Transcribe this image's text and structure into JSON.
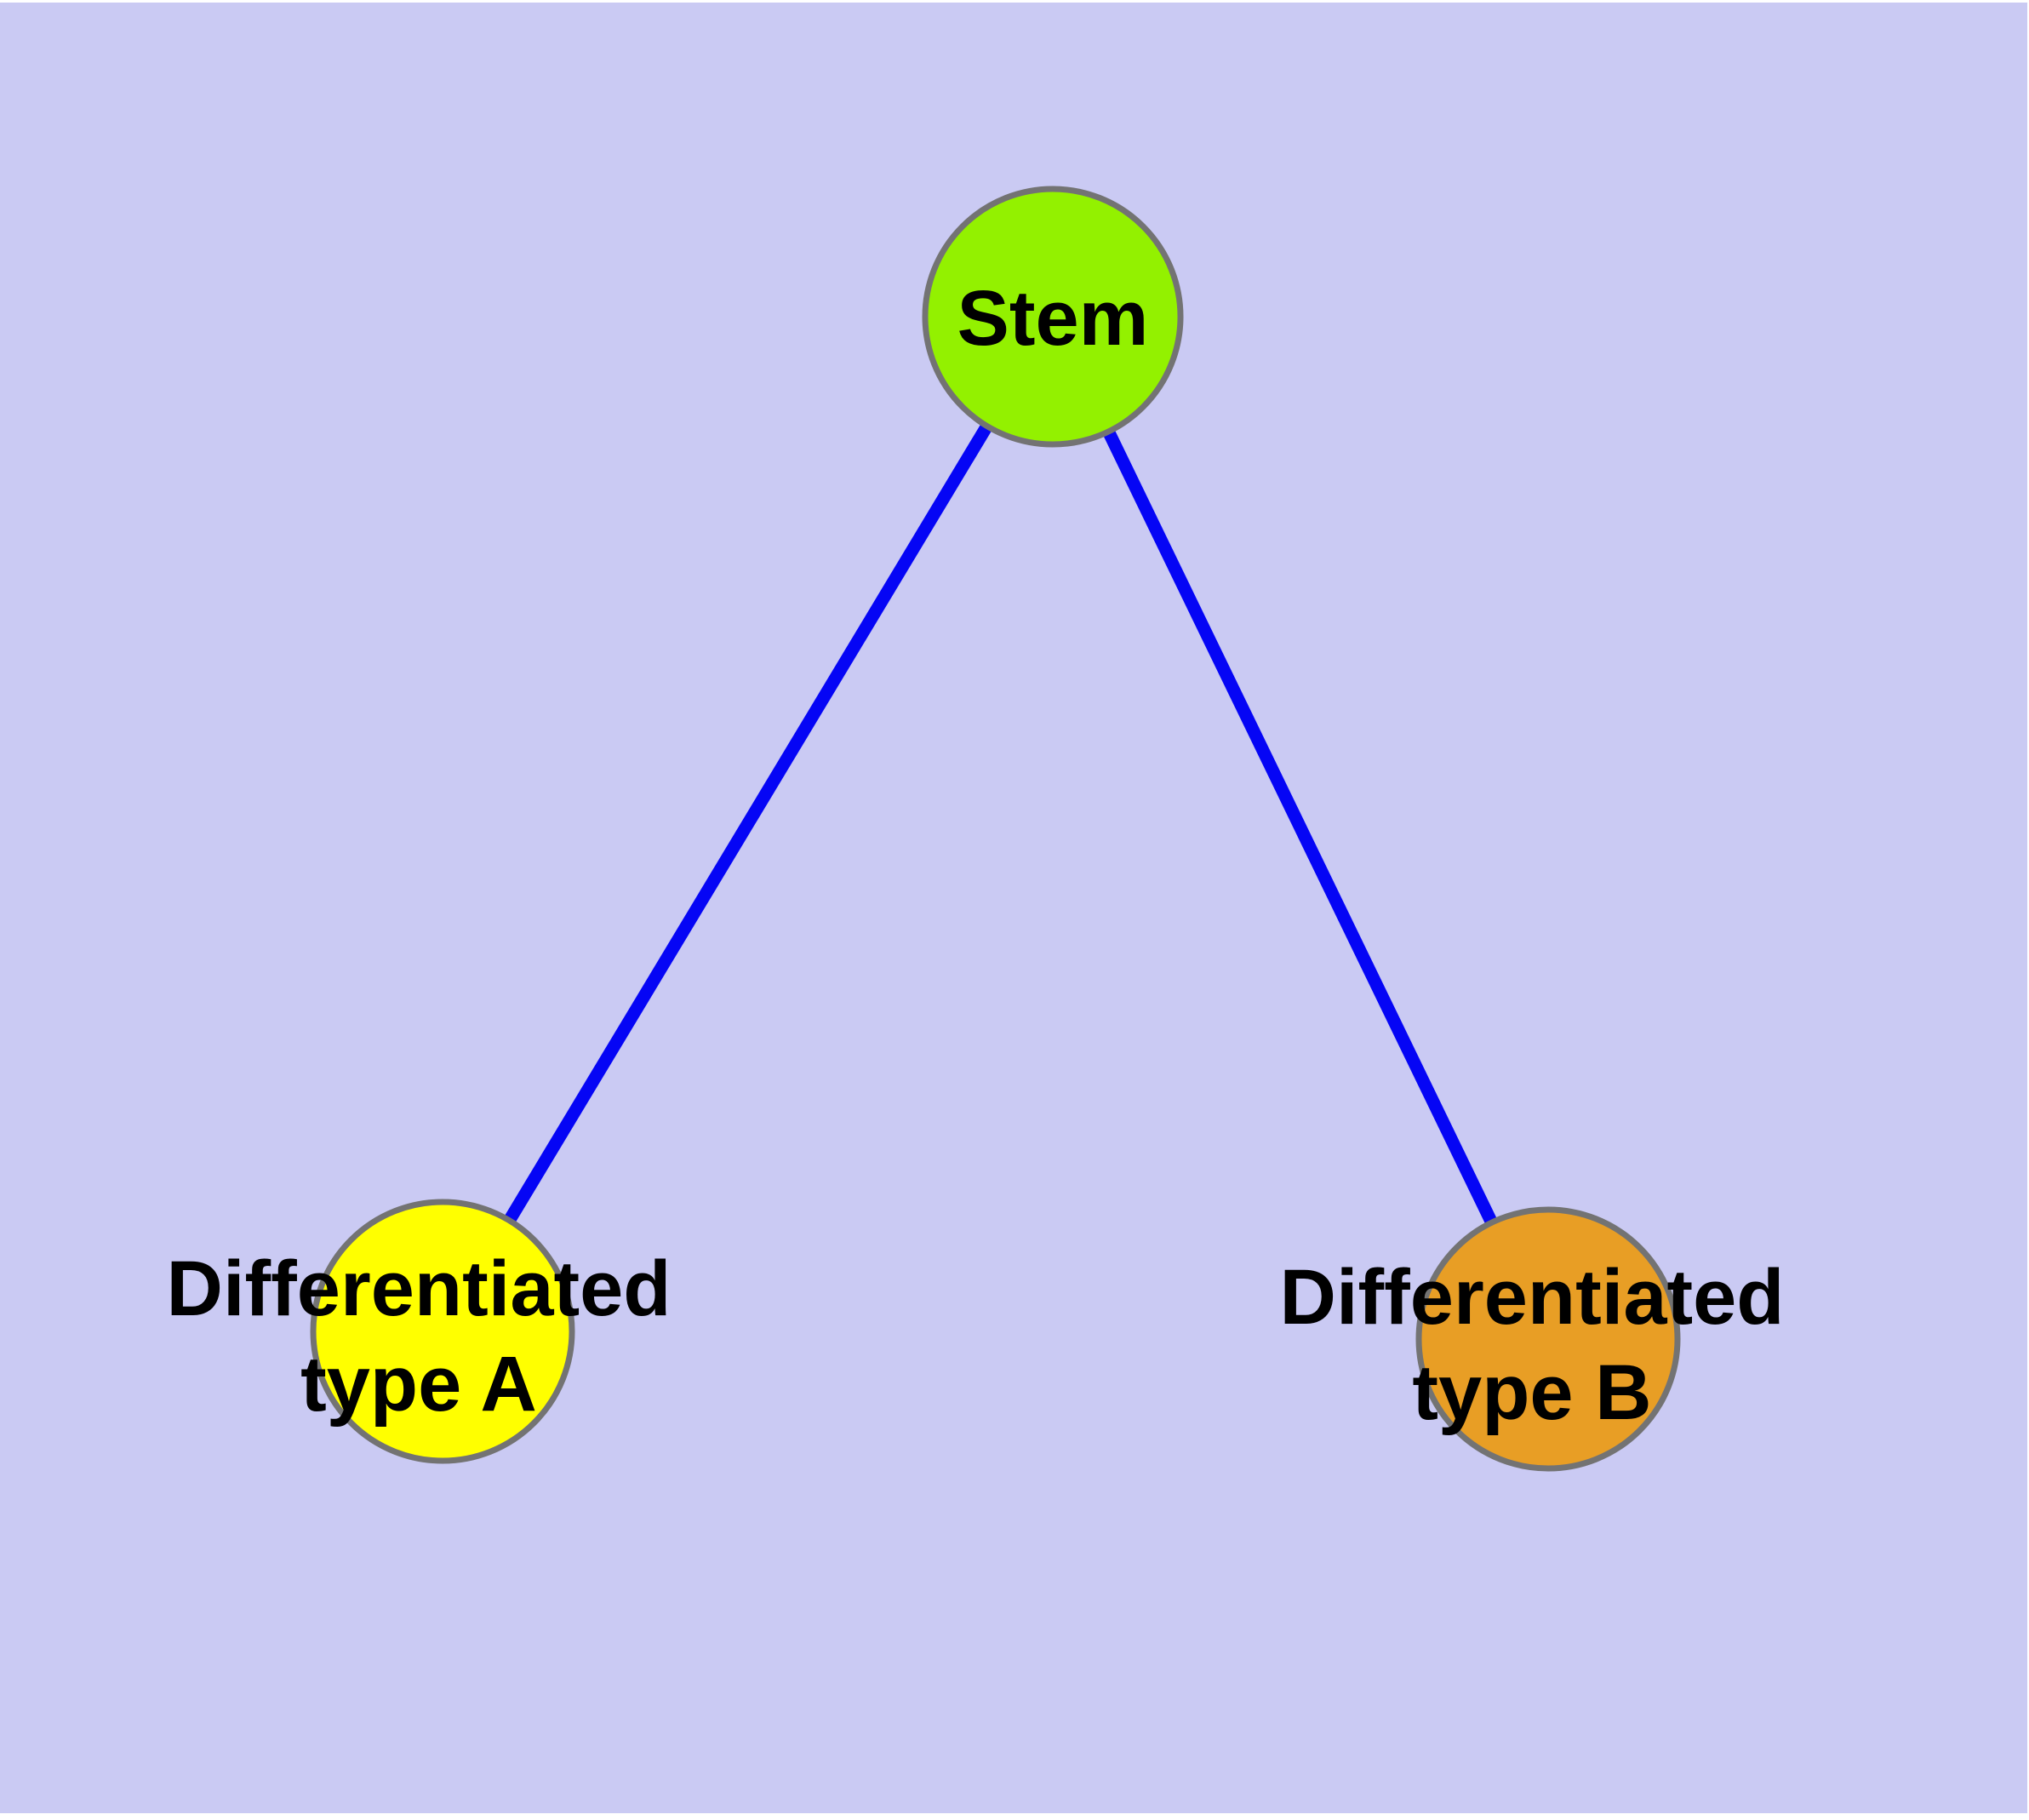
{
  "colors": {
    "background": "#cacaf3",
    "edge": "#0505f5",
    "node_border": "#737373",
    "stem_fill": "#93f100",
    "type_a_fill": "#ffff00",
    "type_b_fill": "#e89e25"
  },
  "nodes": {
    "stem": {
      "label": "Stem"
    },
    "type_a": {
      "label_line1": "Differentiated",
      "label_line2": "type A"
    },
    "type_b": {
      "label_line1": "Differentiated",
      "label_line2": "type B"
    }
  },
  "edges": [
    {
      "from": "Stem",
      "to": "Differentiated type A"
    },
    {
      "from": "Stem",
      "to": "Differentiated type B"
    }
  ]
}
